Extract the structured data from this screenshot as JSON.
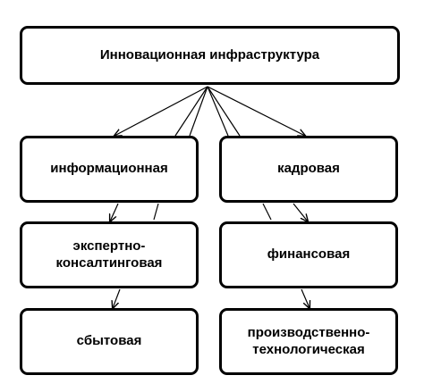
{
  "diagram": {
    "nodes": [
      {
        "id": "root",
        "label": "Инновационная инфраструктура"
      },
      {
        "id": "info",
        "label": "информационная"
      },
      {
        "id": "personnel",
        "label": "кадровая"
      },
      {
        "id": "expert",
        "label": "экспертно-\nконсалтинговая"
      },
      {
        "id": "finance",
        "label": "финансовая"
      },
      {
        "id": "sales",
        "label": "сбытовая"
      },
      {
        "id": "production",
        "label": "производственно-\nтехнологическая"
      }
    ],
    "edges": [
      {
        "from": "root",
        "to": "info"
      },
      {
        "from": "root",
        "to": "personnel"
      },
      {
        "from": "root",
        "to": "expert"
      },
      {
        "from": "root",
        "to": "finance"
      },
      {
        "from": "root",
        "to": "sales"
      },
      {
        "from": "root",
        "to": "production"
      }
    ],
    "colors": {
      "border": "#000000",
      "text": "#000000",
      "background": "#ffffff"
    }
  }
}
